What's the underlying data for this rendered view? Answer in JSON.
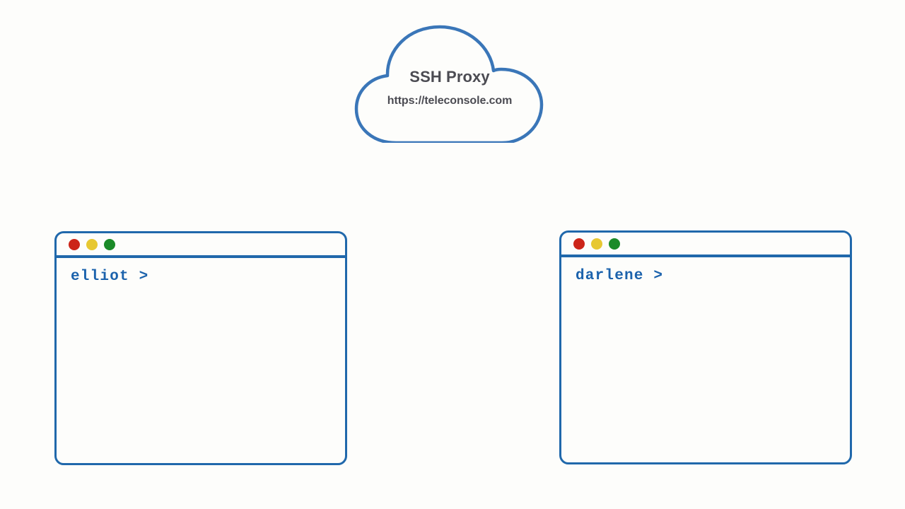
{
  "diagram": {
    "background_color": "#fdfdfb",
    "accent_blue": "#2068ab",
    "cloud_stroke": "#3a76b8",
    "prompt_color": "#1b62ac",
    "label_color": "#4b4b52"
  },
  "cloud": {
    "icon": "cloud-shape",
    "title": "SSH Proxy",
    "url": "https://teleconsole.com"
  },
  "terminals": [
    {
      "id": "left",
      "icon": "terminal-window",
      "prompt": "elliot >",
      "user": "elliot",
      "dots": [
        {
          "name": "close",
          "color": "#cc2418"
        },
        {
          "name": "minimize",
          "color": "#e7c832"
        },
        {
          "name": "maximize",
          "color": "#1a8a28"
        }
      ]
    },
    {
      "id": "right",
      "icon": "terminal-window",
      "prompt": "darlene >",
      "user": "darlene",
      "dots": [
        {
          "name": "close",
          "color": "#cc2418"
        },
        {
          "name": "minimize",
          "color": "#e7c832"
        },
        {
          "name": "maximize",
          "color": "#1a8a28"
        }
      ]
    }
  ]
}
